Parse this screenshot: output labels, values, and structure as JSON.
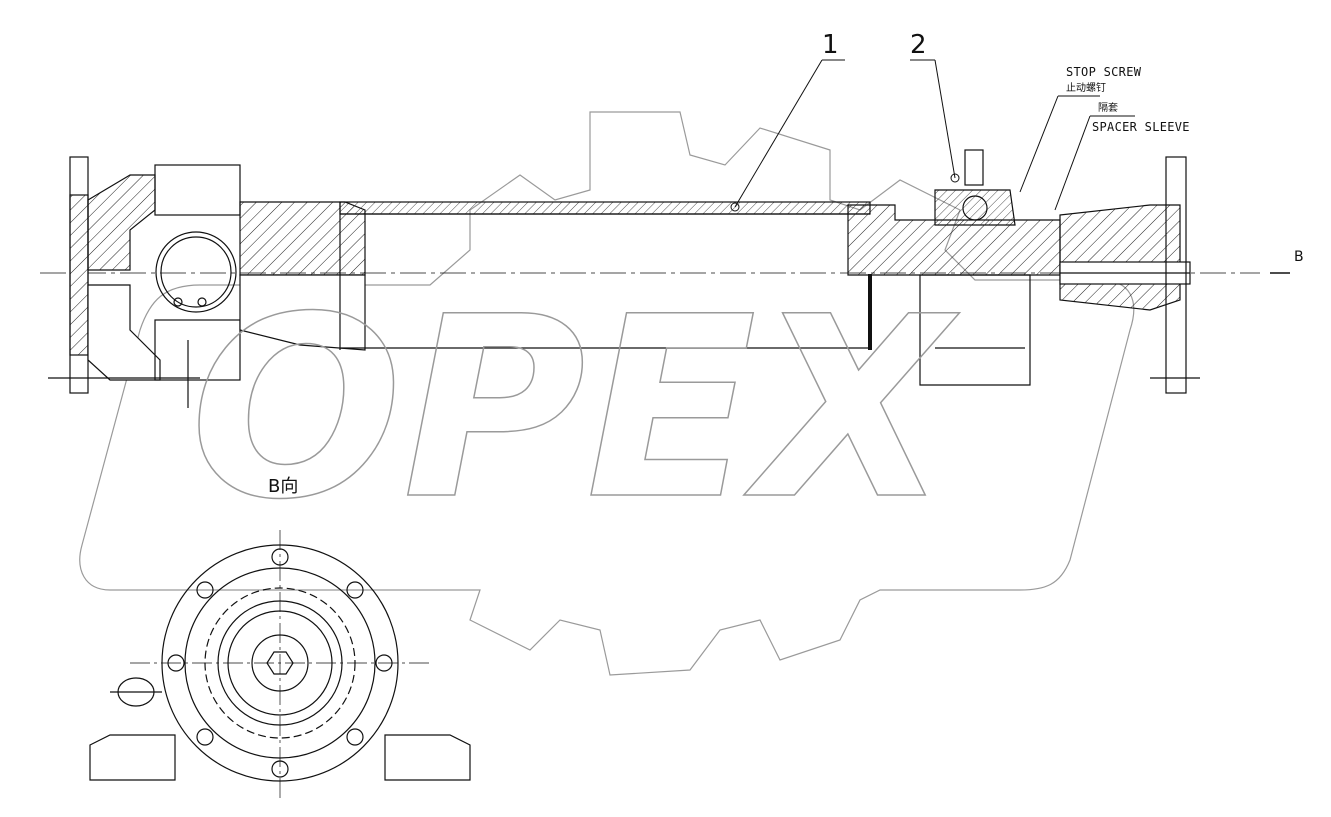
{
  "watermark": {
    "text": "OPEX",
    "color": "#9a9a9a"
  },
  "callouts": {
    "item1": "1",
    "item2": "2"
  },
  "notes": {
    "stop_screw_en": "STOP SCREW",
    "stop_screw_cn": "止动螺钉",
    "spacer_sleeve_cn": "隔套",
    "spacer_sleeve_en": "SPACER SLEEVE"
  },
  "section_marker": {
    "arrow_label": "B"
  },
  "view_label": "B向",
  "colors": {
    "line": "#111111",
    "hatch": "#222222",
    "watermark": "#9a9a9a"
  }
}
